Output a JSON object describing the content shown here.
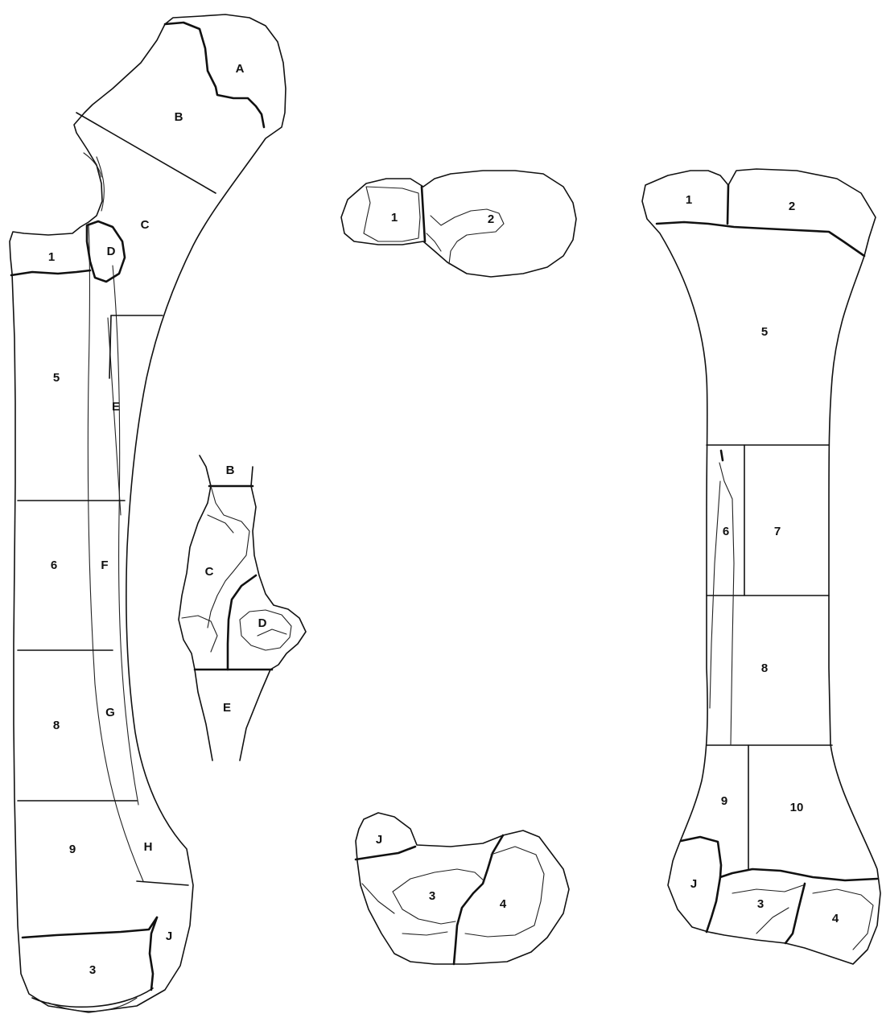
{
  "figures": [
    {
      "id": "femur-lateral",
      "labels": [
        "A",
        "B",
        "C",
        "D",
        "E",
        "F",
        "G",
        "H",
        "J",
        "1",
        "5",
        "6",
        "8",
        "9",
        "3"
      ]
    },
    {
      "id": "femur-proximal-detail",
      "labels": [
        "B",
        "C",
        "D",
        "E"
      ]
    },
    {
      "id": "femur-proximal-end",
      "labels": [
        "1",
        "2"
      ]
    },
    {
      "id": "femur-distal-end",
      "labels": [
        "J",
        "3",
        "4"
      ]
    },
    {
      "id": "femur-anterior",
      "labels": [
        "1",
        "2",
        "5",
        "6",
        "7",
        "8",
        "9",
        "10",
        "J",
        "3",
        "4"
      ]
    }
  ],
  "labels": {
    "f1": {
      "A": "A",
      "B": "B",
      "C": "C",
      "D": "D",
      "E": "E",
      "F": "F",
      "G": "G",
      "H": "H",
      "J": "J",
      "n1": "1",
      "n5": "5",
      "n6": "6",
      "n8": "8",
      "n9": "9",
      "n3": "3"
    },
    "f2": {
      "B": "B",
      "C": "C",
      "D": "D",
      "E": "E"
    },
    "f3": {
      "n1": "1",
      "n2": "2"
    },
    "f4": {
      "J": "J",
      "n3": "3",
      "n4": "4"
    },
    "f5": {
      "n1": "1",
      "n2": "2",
      "n5": "5",
      "n6": "6",
      "n7": "7",
      "n8": "8",
      "n9": "9",
      "n10": "10",
      "J": "J",
      "n3": "3",
      "n4": "4"
    }
  },
  "line_color": "#111111",
  "background": "#ffffff"
}
